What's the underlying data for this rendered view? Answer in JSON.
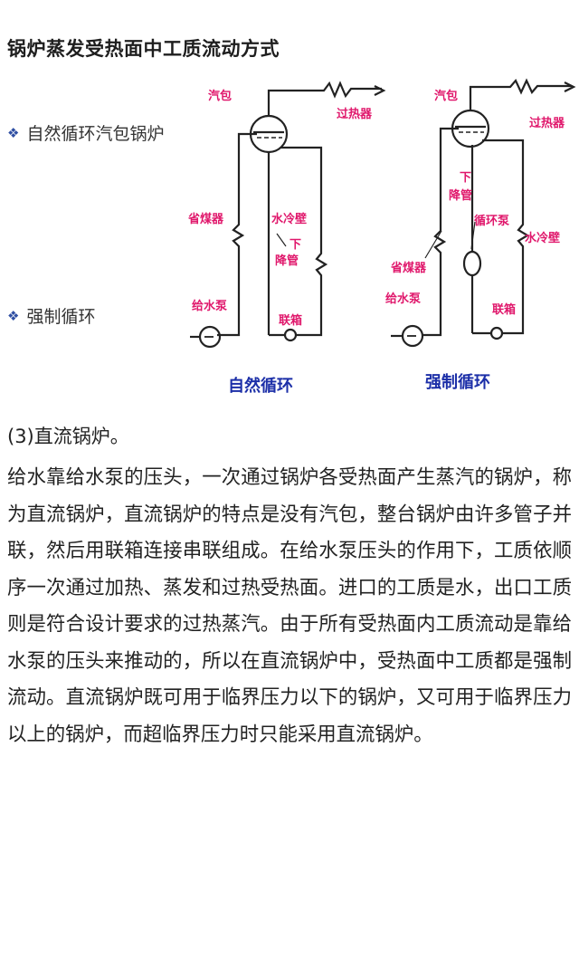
{
  "slide": {
    "title": "锅炉蒸发受热面中工质流动方式",
    "bullets": [
      {
        "text": "自然循环汽包锅炉"
      },
      {
        "text": "强制循环"
      }
    ]
  },
  "diagram": {
    "natural": {
      "drum": "汽包",
      "superheater": "过热器",
      "economizer": "省煤器",
      "waterwall": "水冷壁",
      "downcomer": "下\n降管",
      "feed_pump": "给水泵",
      "header": "联箱",
      "caption": "自然循环"
    },
    "forced": {
      "drum": "汽包",
      "superheater": "过热器",
      "downcomer": "下\n降管",
      "circ_pump": "循环泵",
      "waterwall": "水冷壁",
      "economizer": "省煤器",
      "feed_pump": "给水泵",
      "header": "联箱",
      "caption": "强制循环"
    },
    "colors": {
      "label": "#e0186c",
      "caption": "#1c2fa8",
      "line": "#222222"
    }
  },
  "body": {
    "heading": "(3)直流锅炉。",
    "paragraph": "给水靠给水泵的压头，一次通过锅炉各受热面产生蒸汽的锅炉，称为直流锅炉，直流锅炉的特点是没有汽包，整台锅炉由许多管子并联，然后用联箱连接串联组成。在给水泵压头的作用下，工质依顺序一次通过加热、蒸发和过热受热面。进口的工质是水，出口工质则是符合设计要求的过热蒸汽。由于所有受热面内工质流动是靠给水泵的压头来推动的，所以在直流锅炉中，受热面中工质都是强制流动。直流锅炉既可用于临界压力以下的锅炉，又可用于临界压力以上的锅炉，而超临界压力时只能采用直流锅炉。"
  }
}
